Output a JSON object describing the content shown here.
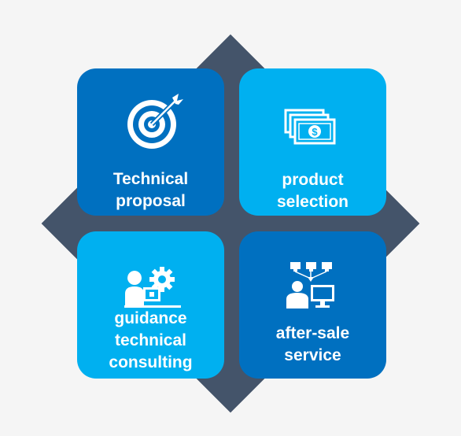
{
  "colors": {
    "background": "#f5f5f5",
    "diamond": "#44546a",
    "dark_tile": "#0070c0",
    "light_tile": "#00b0f0",
    "text": "#ffffff"
  },
  "tiles": [
    {
      "label": "Technical\nproposal",
      "icon": "target-icon"
    },
    {
      "label": "product\nselection",
      "icon": "money-icon"
    },
    {
      "label": "guidance\ntechnical\nconsulting",
      "icon": "consultant-gear-icon"
    },
    {
      "label": "after-sale\nservice",
      "icon": "network-support-icon"
    }
  ]
}
